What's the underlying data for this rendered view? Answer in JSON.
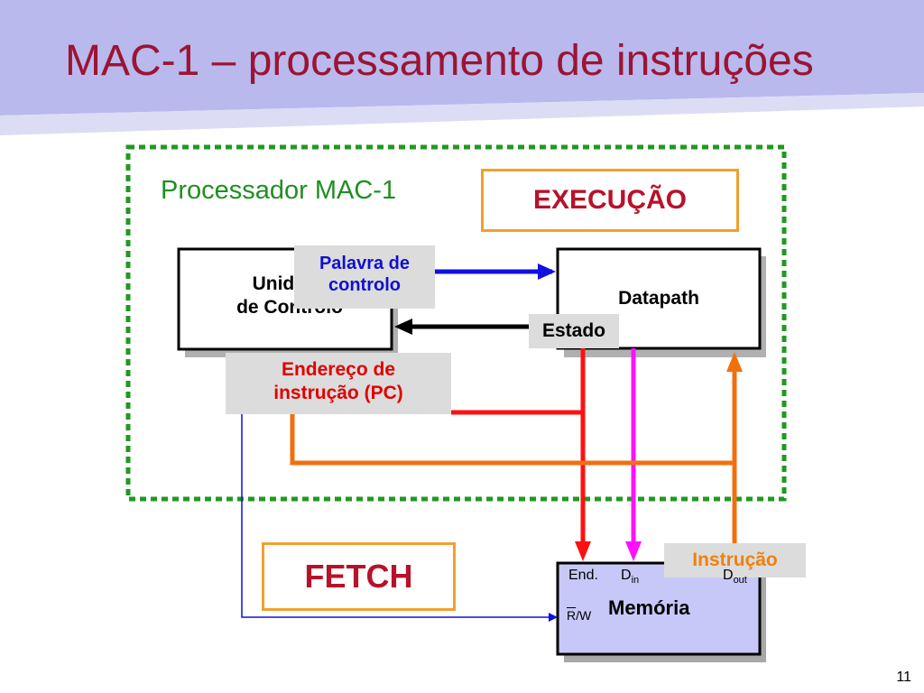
{
  "slide": {
    "title": "MAC-1 – processamento de instruções",
    "page_number": "11"
  },
  "colors": {
    "title_band": "#b9b9ee",
    "title_text": "#9c1433",
    "processor_border": "#1f9a1f",
    "phase_box_border": "#f0a030",
    "phase_text": "#b8122a",
    "control_word": "#1010d0",
    "state": "#000000",
    "address": "#ff1010",
    "data_in": "#ff10ff",
    "instruction": "#f07010",
    "memory_fill": "#c8c8f8"
  },
  "diagram": {
    "processor_label": "Processador MAC-1",
    "execution_label": "EXECUÇÃO",
    "fetch_label": "FETCH",
    "control_unit": {
      "line1": "Unidade",
      "line2": "de Controlo"
    },
    "datapath": "Datapath",
    "control_word": {
      "line1": "Palavra de",
      "line2": "controlo"
    },
    "state": "Estado",
    "instruction_address": {
      "line1": "Endereço de",
      "line2": "instrução (PC)"
    },
    "instruction": "Instrução",
    "memory": {
      "title": "Memória",
      "end": "End.",
      "din_base": "D",
      "din_sub": "in",
      "dout_base": "D",
      "dout_sub": "out",
      "rw_r": "R",
      "rw_rest": "/W"
    }
  }
}
